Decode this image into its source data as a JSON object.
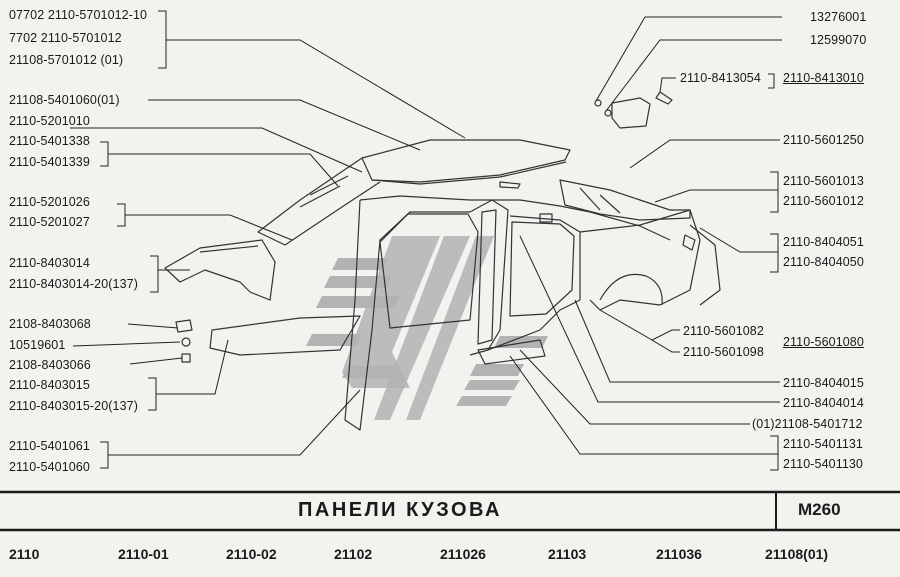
{
  "left_labels": [
    "07702  2110-5701012-10",
    "7702   2110-5701012",
    "21108-5701012          (01)",
    "21108-5401060(01)",
    "2110-5201010",
    "2110-5401338",
    "2110-5401339",
    "2110-5201026",
    "2110-5201027",
    "2110-8403014",
    "2110-8403014-20(137)",
    "2108-8403068",
    "10519601",
    "2108-8403066",
    "2110-8403015",
    "2110-8403015-20(137)",
    "2110-5401061",
    "2110-5401060"
  ],
  "right_labels": [
    "13276001",
    "12599070",
    "2110-8413054",
    "2110-8413010",
    "2110-5601250",
    "2110-5601013",
    "2110-5601012",
    "2110-8404051",
    "2110-8404050",
    "2110-5601082",
    "2110-5601098",
    "2110-5601080",
    "2110-8404015",
    "2110-8404014",
    "(01)21108-5401712",
    "2110-5401131",
    "2110-5401130"
  ],
  "title": "ПАНЕЛИ   КУЗОВА",
  "code": "М260",
  "models": [
    "2110",
    "2110-01",
    "2110-02",
    "21102",
    "211026",
    "21103",
    "211036",
    "21108(01)"
  ],
  "colors": {
    "ink": "#1a1a1a",
    "paper": "#f2f2ef",
    "watermark": "#b3b3b3"
  }
}
